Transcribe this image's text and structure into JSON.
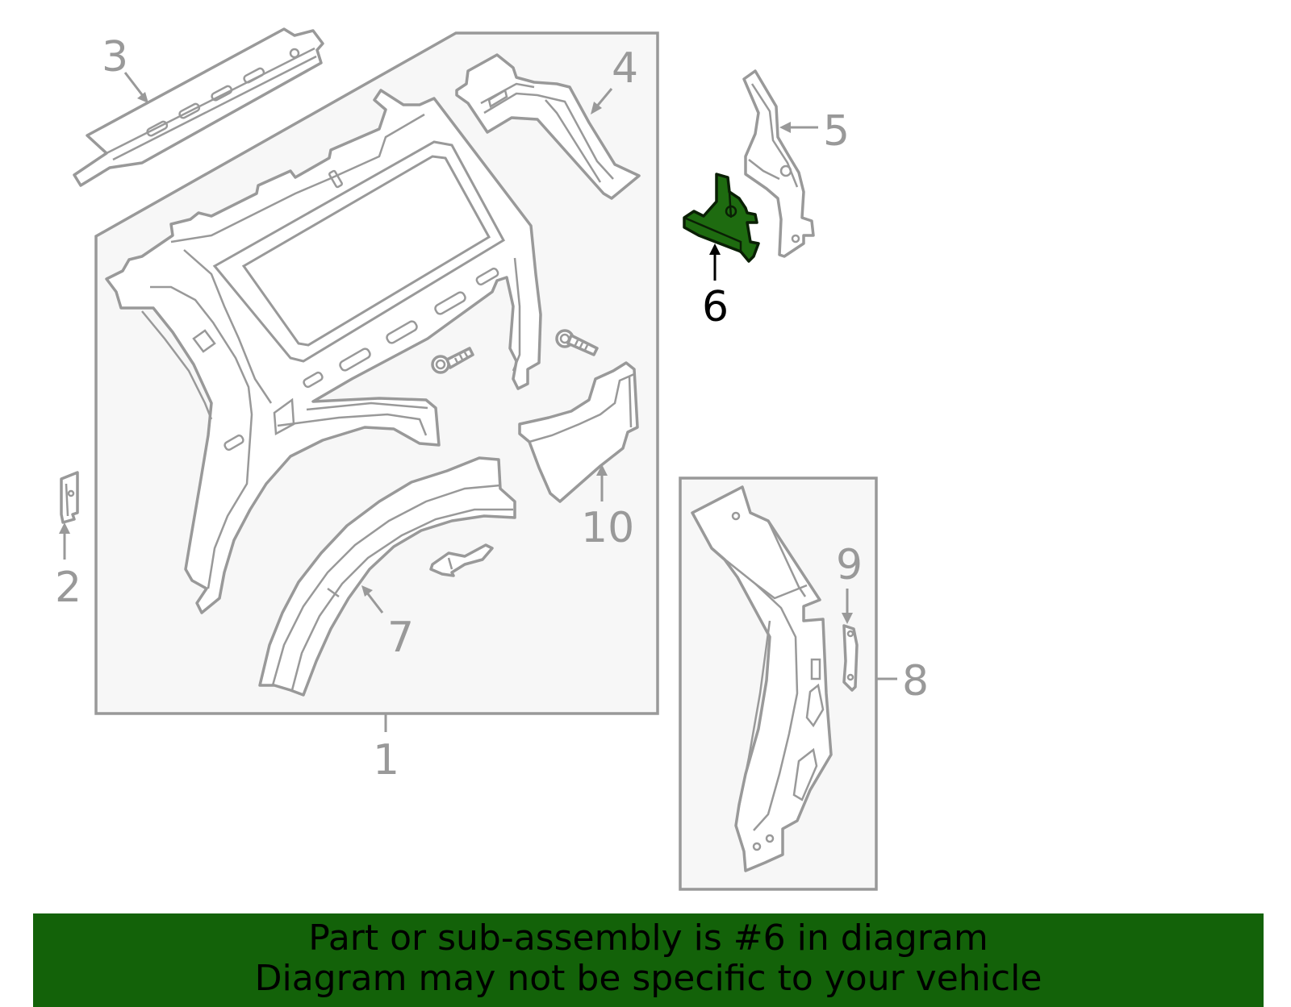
{
  "callouts": {
    "n1": "1",
    "n2": "2",
    "n3": "3",
    "n4": "4",
    "n5": "5",
    "n6": "6",
    "n7": "7",
    "n8": "8",
    "n9": "9",
    "n10": "10"
  },
  "highlighted_part": "6",
  "colors": {
    "highlight_fill": "#1e6b10",
    "banner": "#136209",
    "line": "#999999",
    "box_fill": "#f7f7f7"
  },
  "banner": {
    "line1": "Part or sub-assembly is #6 in diagram",
    "line2": "Diagram may not be specific to your vehicle"
  }
}
